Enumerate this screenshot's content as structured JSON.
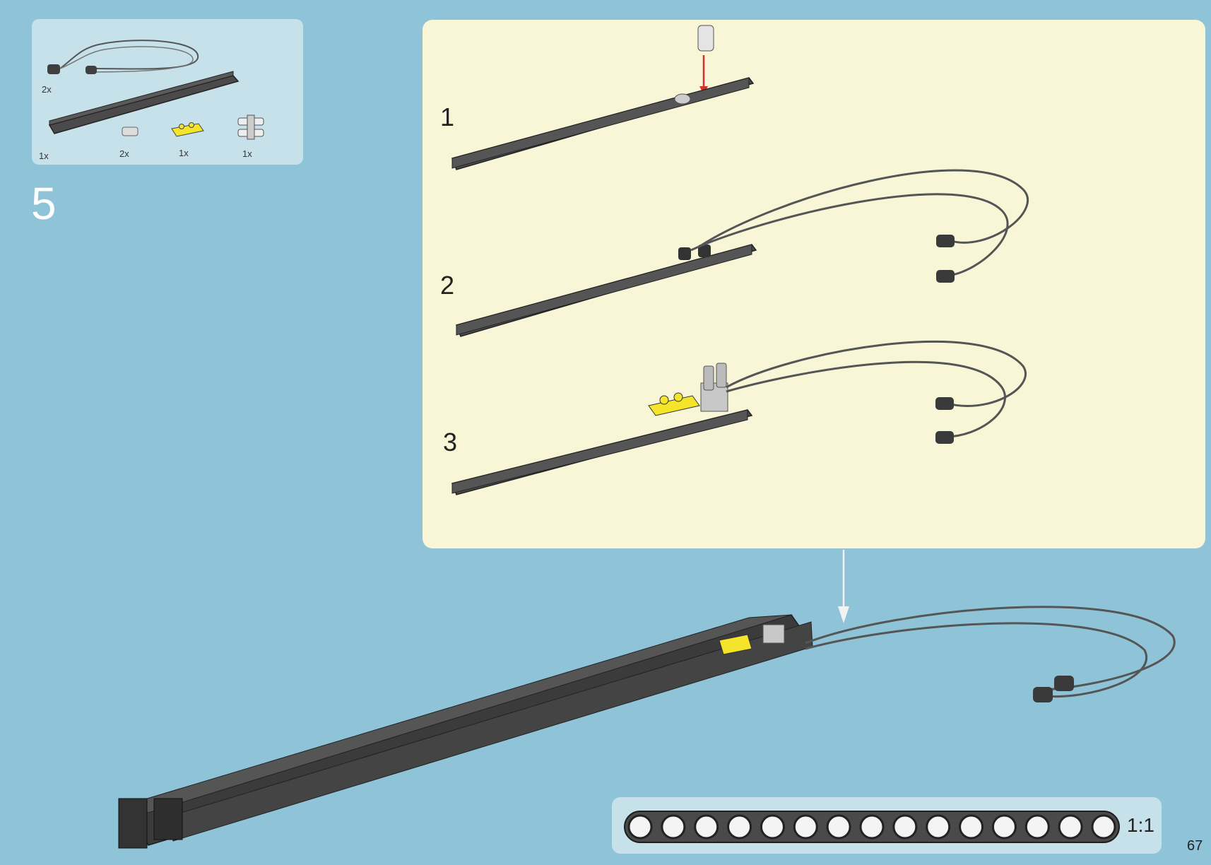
{
  "parts_list": {
    "items": [
      {
        "name": "connector-cable",
        "qty": "2x"
      },
      {
        "name": "liftarm-15",
        "qty": "1x"
      },
      {
        "name": "pin",
        "qty": "2x"
      },
      {
        "name": "plate-1x2-yellow",
        "qty": "1x"
      },
      {
        "name": "double-pin-connector",
        "qty": "1x"
      }
    ]
  },
  "step": {
    "number": "5"
  },
  "sub_steps": [
    {
      "label": "1"
    },
    {
      "label": "2"
    },
    {
      "label": "3"
    }
  ],
  "ruler": {
    "scale_label": "1:1",
    "holes": 15
  },
  "page": {
    "number": "67"
  },
  "colors": {
    "background": "#8fc3d8",
    "panel": "#f9f6d8",
    "callout": "#c6e1ea",
    "part_dark": "#4a4a4a",
    "plate_yellow": "#f5e52a",
    "arrow_red": "#d9302a"
  }
}
